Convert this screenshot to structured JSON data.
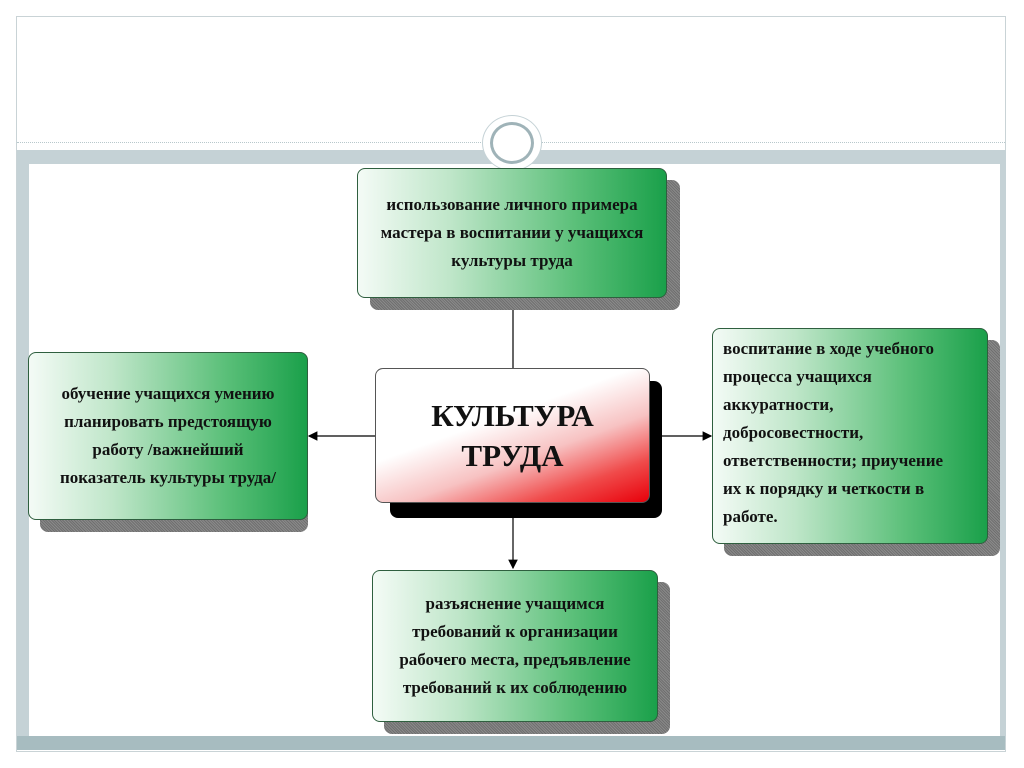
{
  "diagram": {
    "center": {
      "text": "КУЛЬТУРА\nТРУДА"
    },
    "top": {
      "text": "использование личного примера\nмастера в воспитании у учащихся\nкультуры труда"
    },
    "left": {
      "text": "обучение учащихся умению\nпланировать предстоящую\nработу /важнейший\nпоказатель культуры труда/"
    },
    "right": {
      "text": "воспитание в ходе учебного\nпроцесса учащихся\nаккуратности,\nдобросовестности,\nответственности; приучение\nих к порядку и четкости в\nработе."
    },
    "bottom": {
      "text": "разъяснение учащимся\nтребований к организации\nрабочего места, предъявление\nтребований к их соблюдению"
    }
  },
  "colors": {
    "green_box_dark": "#1aa04a",
    "green_box_light": "#f4fbf6",
    "center_red": "#e8000a",
    "frame_band": "#c5d2d6"
  }
}
